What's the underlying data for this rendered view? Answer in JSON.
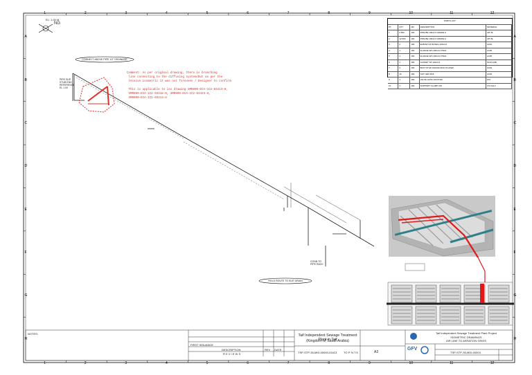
{
  "sheet": {
    "grid_columns": [
      "1",
      "2",
      "3",
      "4",
      "5",
      "6",
      "7",
      "8",
      "9",
      "10",
      "11",
      "12"
    ],
    "grid_rows": [
      "A",
      "B",
      "C",
      "D",
      "E",
      "F",
      "G",
      "H"
    ]
  },
  "north": {
    "label": "NG",
    "sub_label": "EL: 1.00 M"
  },
  "comment": {
    "text": "Comment: As per original drawing, there is branching\n line connecting to the diffusing system/But as per the\n receive isometric it was not foreseen / Designer to confirm\n\n This is applicable to iso drawing SMR800-ECA-1C2-03413-H,\n SMR800-ECA-1C2-03418-N, SMR800-ECA-1C2-03423-H,\n SMR800-ECA-1C2-03413-H"
  },
  "callouts": {
    "top_oval": "CONNECT ABOVE PIPE 1/2\" DRAINAGE",
    "bottom_oval": "FIELD ROUTE TO SUIT DRAIN",
    "left_note": "PIPE SUP\nSTUB END\nREFERENCE\nEL 1.00",
    "mid_note": "CONN TO\nPIPE RACK"
  },
  "parts_table": {
    "title": "PARTS LIST",
    "headers": [
      "PT",
      "QTY",
      "ND",
      "DESCRIPTION",
      "MATERIAL"
    ],
    "rows": [
      [
        "1",
        "2.500",
        "100",
        "PIPE BE 100x4.0 GRADE A",
        "API 5L"
      ],
      [
        "2",
        "12.500",
        "100",
        "PIPE BE 100x4.0 GRADE A",
        "API 5L"
      ],
      [
        "3",
        "2",
        "100",
        "ELBOW LR 90 DEG 100x4.0",
        "A234"
      ],
      [
        "4",
        "1",
        "100",
        "FLANGE WN 100x4.0 PN16",
        "A105"
      ],
      [
        "5",
        "1",
        "100",
        "FLANGE WN 100x4.0 PN16",
        "A105"
      ],
      [
        "6",
        "1",
        "100",
        "GASKET SP 100x4.0",
        "NON-ASB"
      ],
      [
        "7",
        "4",
        "100",
        "BOLT STUD M16x90 ZINC PLATED",
        "A193"
      ],
      [
        "8",
        "10",
        "100",
        "NUT HEX M16",
        "A194"
      ],
      [
        "9",
        "1",
        "100",
        "VALVE GATE 100 PN16",
        "DCI"
      ],
      [
        "10",
        "1",
        "100",
        "SUPPORT CLAMP 100",
        "CS GALV"
      ]
    ]
  },
  "title_block": {
    "notes_label": "NOTES:",
    "project_line1": "Taif Independent Sewage Treatment Plant in Taif",
    "project_line2": "(Kingdom of Saudi Arabia)",
    "client_project": "Taif Independent Sewage Treatment Plant Project",
    "drawing_type": "ISOMETRIC DRAWINGS",
    "drawing_title": "AIR LINE TO AERATION GRIDS",
    "drawing_no": "TSP-STP-35-MID-00000-03413",
    "ref_no": "TSP-STP-35-MID-00003",
    "scale": "TO P. N.T.S",
    "size": "A3",
    "reviews": "R E V I E W S",
    "gfv_logo": "GFV",
    "rev_col": "REV",
    "date_col": "DATE",
    "desc_col": "DESCRIPTION",
    "first_issue": "FIRST ISSUANCE"
  },
  "colors": {
    "redline": "#e0302a",
    "pipe": "#222222",
    "render_bg": "#c8c8c8"
  }
}
